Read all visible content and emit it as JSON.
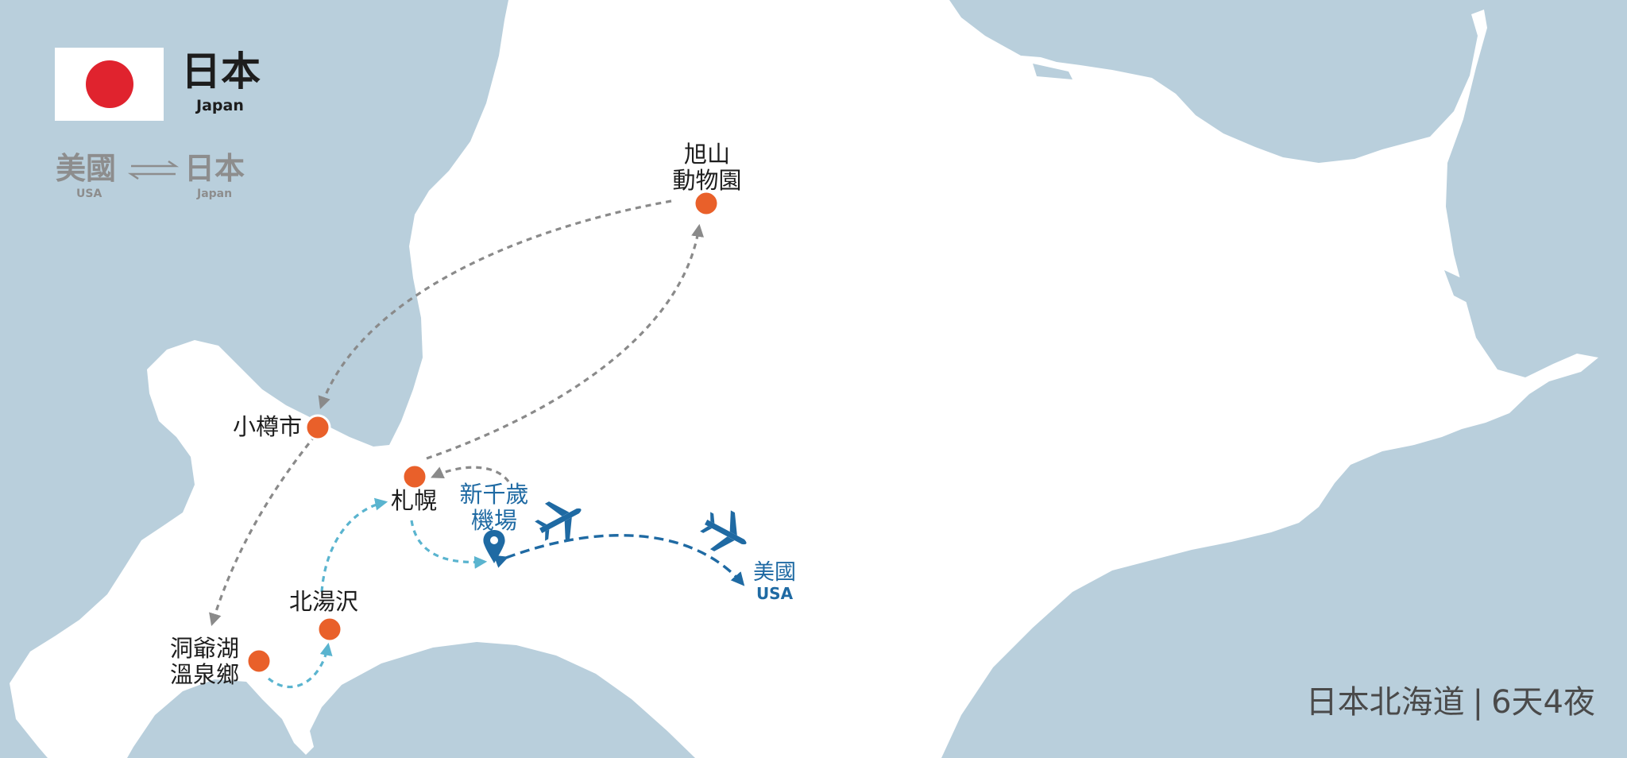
{
  "header": {
    "country_zh": "日本",
    "country_en": "Japan"
  },
  "legend": {
    "from_zh": "美國",
    "from_en": "USA",
    "to_zh": "日本",
    "to_en": "Japan"
  },
  "places": {
    "asahiyama_1": "旭山",
    "asahiyama_2": "動物園",
    "otaru": "小樽市",
    "sapporo": "札幌",
    "kitayuzawa": "北湯沢",
    "toya_1": "洞爺湖",
    "toya_2": "溫泉鄉",
    "airport_1": "新千歲",
    "airport_2": "機場",
    "usa_zh": "美國",
    "usa_en": "USA"
  },
  "footer": {
    "region": "日本北海道",
    "separator": "|",
    "duration": "6天4夜"
  },
  "colors": {
    "sea": "#b9cfdc",
    "land": "#ffffff",
    "stop_marker": "#e9602a",
    "route_gray": "#8a8a8a",
    "route_cyan": "#5ab4cf",
    "route_blue": "#1f6aa3",
    "flag_red": "#e0232e"
  },
  "icons": [
    "flag-japan-icon",
    "airplane-icon",
    "location-pin-icon",
    "exchange-arrows-icon"
  ]
}
